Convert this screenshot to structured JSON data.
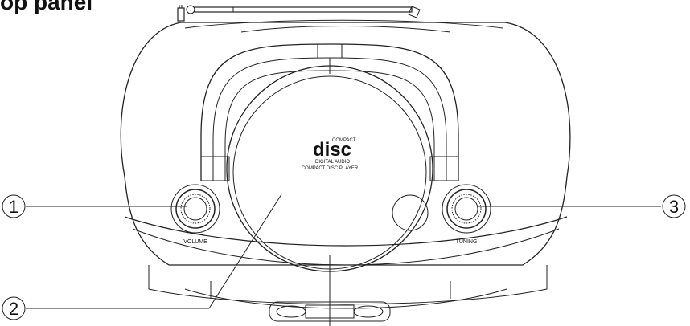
{
  "heading": "op panel",
  "disc_logo": {
    "compact": "COMPACT",
    "disc": "disc",
    "digital_audio": "DIGITAL AUDIO"
  },
  "lid_text": "COMPACT DISC PLAYER",
  "knobs": {
    "volume_label": "VOLUME",
    "tuning_label": "TUNING"
  },
  "callouts": [
    {
      "number": "1"
    },
    {
      "number": "2"
    },
    {
      "number": "3"
    }
  ],
  "colors": {
    "line": "#222222",
    "text": "#111111"
  }
}
